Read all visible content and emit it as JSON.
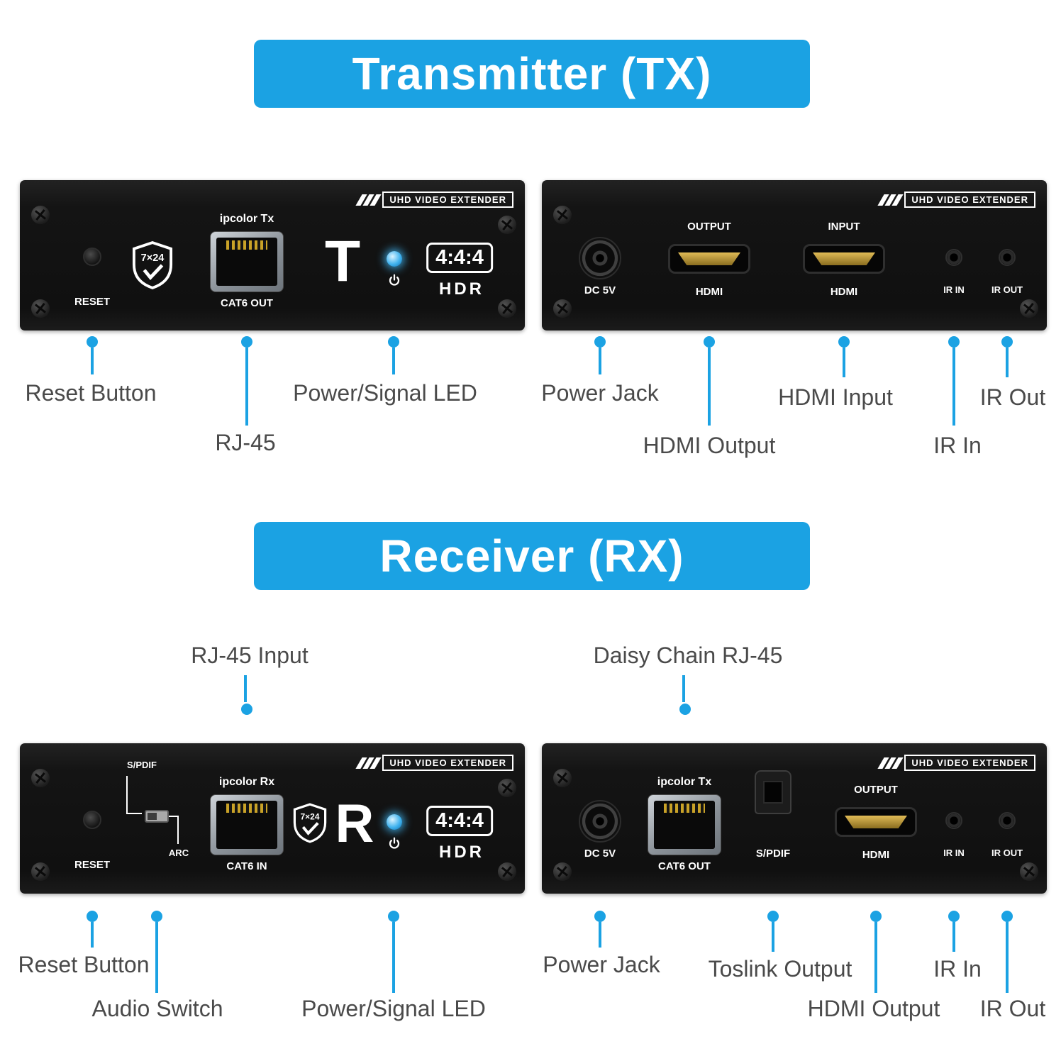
{
  "colors": {
    "accent": "#1ba2e3",
    "label": "#4a4a4a",
    "panel": "#161616",
    "led": "#41b3ef"
  },
  "banners": {
    "transmitter": "Transmitter (TX)",
    "receiver": "Receiver (RX)"
  },
  "badge": "UHD VIDEO EXTENDER",
  "panels": {
    "tx_front": {
      "reset": "RESET",
      "shield": "7×24",
      "port_label": "ipcolor Tx",
      "port_sub": "CAT6 OUT",
      "logo": "T",
      "res": "4:4:4",
      "hdr": "HDR"
    },
    "tx_back": {
      "dc": "DC 5V",
      "output": "OUTPUT",
      "output_sub": "HDMI",
      "input": "INPUT",
      "input_sub": "HDMI",
      "ir_in": "IR IN",
      "ir_out": "IR OUT"
    },
    "rx_front": {
      "reset": "RESET",
      "spdif": "S/PDIF",
      "arc": "ARC",
      "port_label": "ipcolor Rx",
      "port_sub": "CAT6 IN",
      "shield": "7×24",
      "logo": "R",
      "res": "4:4:4",
      "hdr": "HDR"
    },
    "rx_back": {
      "dc": "DC 5V",
      "port_label": "ipcolor Tx",
      "port_sub": "CAT6 OUT",
      "spdif": "S/PDIF",
      "output": "OUTPUT",
      "output_sub": "HDMI",
      "ir_in": "IR IN",
      "ir_out": "IR OUT"
    }
  },
  "callouts": {
    "tx_reset": "Reset Button",
    "tx_rj45": "RJ-45",
    "tx_led": "Power/Signal LED",
    "tx_power_jack": "Power Jack",
    "tx_hdmi_output": "HDMI Output",
    "tx_hdmi_input": "HDMI Input",
    "tx_ir_in": "IR In",
    "tx_ir_out": "IR Out",
    "rx_rj45_input": "RJ-45 Input",
    "rx_daisy_chain": "Daisy Chain RJ-45",
    "rx_reset": "Reset Button",
    "rx_audio_switch": "Audio Switch",
    "rx_led": "Power/Signal LED",
    "rx_power_jack": "Power Jack",
    "rx_toslink": "Toslink Output",
    "rx_ir_in": "IR In",
    "rx_hdmi_output": "HDMI Output",
    "rx_ir_out": "IR Out"
  }
}
